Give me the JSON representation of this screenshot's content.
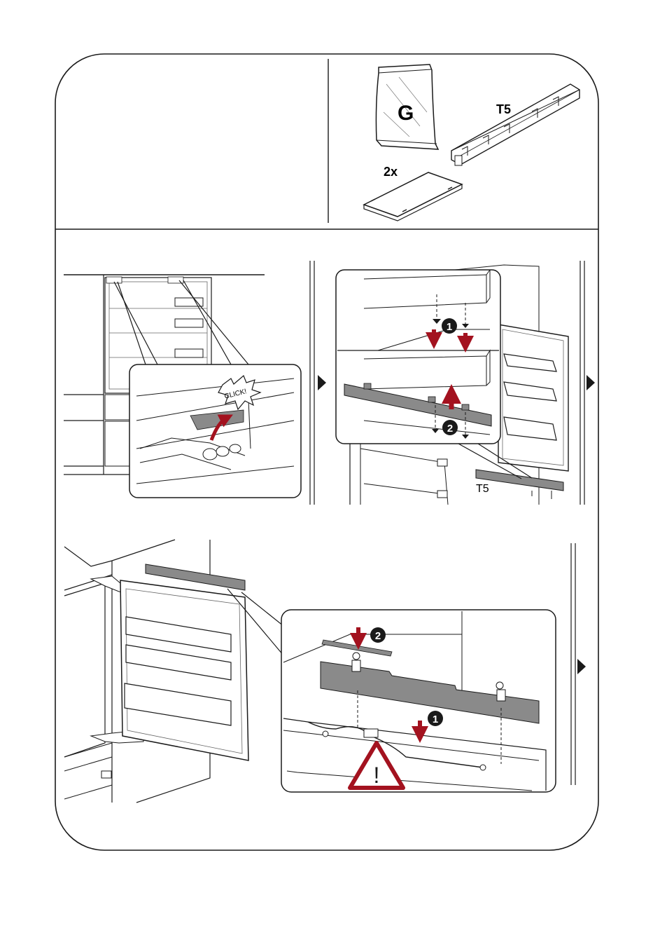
{
  "parts": {
    "bag_letter": "G",
    "rail_label": "T5",
    "panel_qty": "2x"
  },
  "step1": {
    "callout_text": "CLICK!"
  },
  "step2": {
    "sub_step_1": "1",
    "sub_step_2": "2",
    "rail_label": "T5"
  },
  "step3": {
    "sub_step_1": "1",
    "sub_step_2": "2",
    "warning_symbol": "!"
  },
  "colors": {
    "arrow_red": "#a3121f",
    "rail_grey": "#7a7a7a",
    "line": "#1a1a1a"
  }
}
